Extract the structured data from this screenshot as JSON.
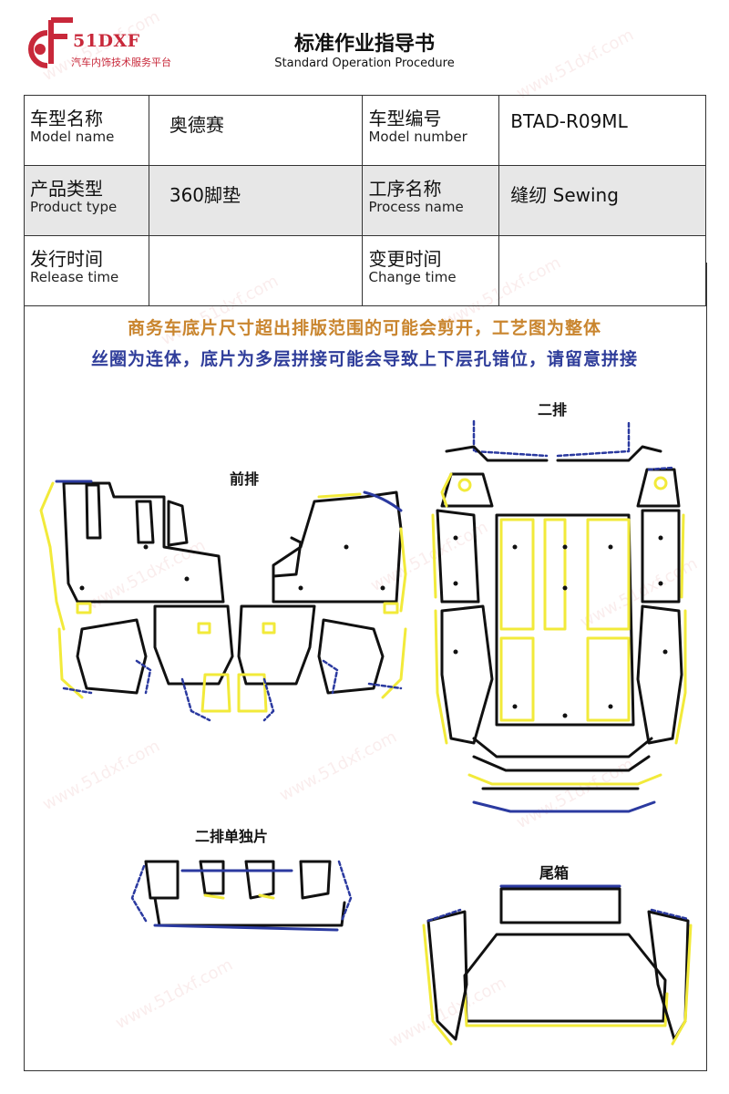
{
  "header": {
    "brand": "51DXF",
    "slogan": "汽车内饰技术服务平台",
    "title": "标准作业指导书",
    "subtitle": "Standard Operation Procedure"
  },
  "info": {
    "model_name_zh": "车型名称",
    "model_name_en": "Model name",
    "model_name_value": "奥德赛",
    "model_number_zh": "车型编号",
    "model_number_en": "Model number",
    "model_number_value": "BTAD-R09ML",
    "product_type_zh": "产品类型",
    "product_type_en": "Product type",
    "product_type_value": "360脚垫",
    "process_name_zh": "工序名称",
    "process_name_en": "Process name",
    "process_name_value": "缝纫 Sewing",
    "release_time_zh": "发行时间",
    "release_time_en": "Release time",
    "release_time_value": "",
    "change_time_zh": "变更时间",
    "change_time_en": "Change time",
    "change_time_value": ""
  },
  "notes": {
    "line1": "商务车底片尺寸超出排版范围的可能会剪开，工艺图为整体",
    "line2": "丝圈为连体，底片为多层拼接可能会导致上下层孔错位，请留意拼接"
  },
  "sections": {
    "front_row": "前排",
    "second_row": "二排",
    "second_row_single": "二排单独片",
    "trunk": "尾箱"
  },
  "watermark": "www.51dxf.com",
  "colors": {
    "brand_red": "#c8283a",
    "note_orange": "#c9852e",
    "note_blue": "#2f3d9a",
    "outline_yellow": "#f2ea3a",
    "outline_blue": "#2b3aa0",
    "outline_black": "#111111"
  }
}
